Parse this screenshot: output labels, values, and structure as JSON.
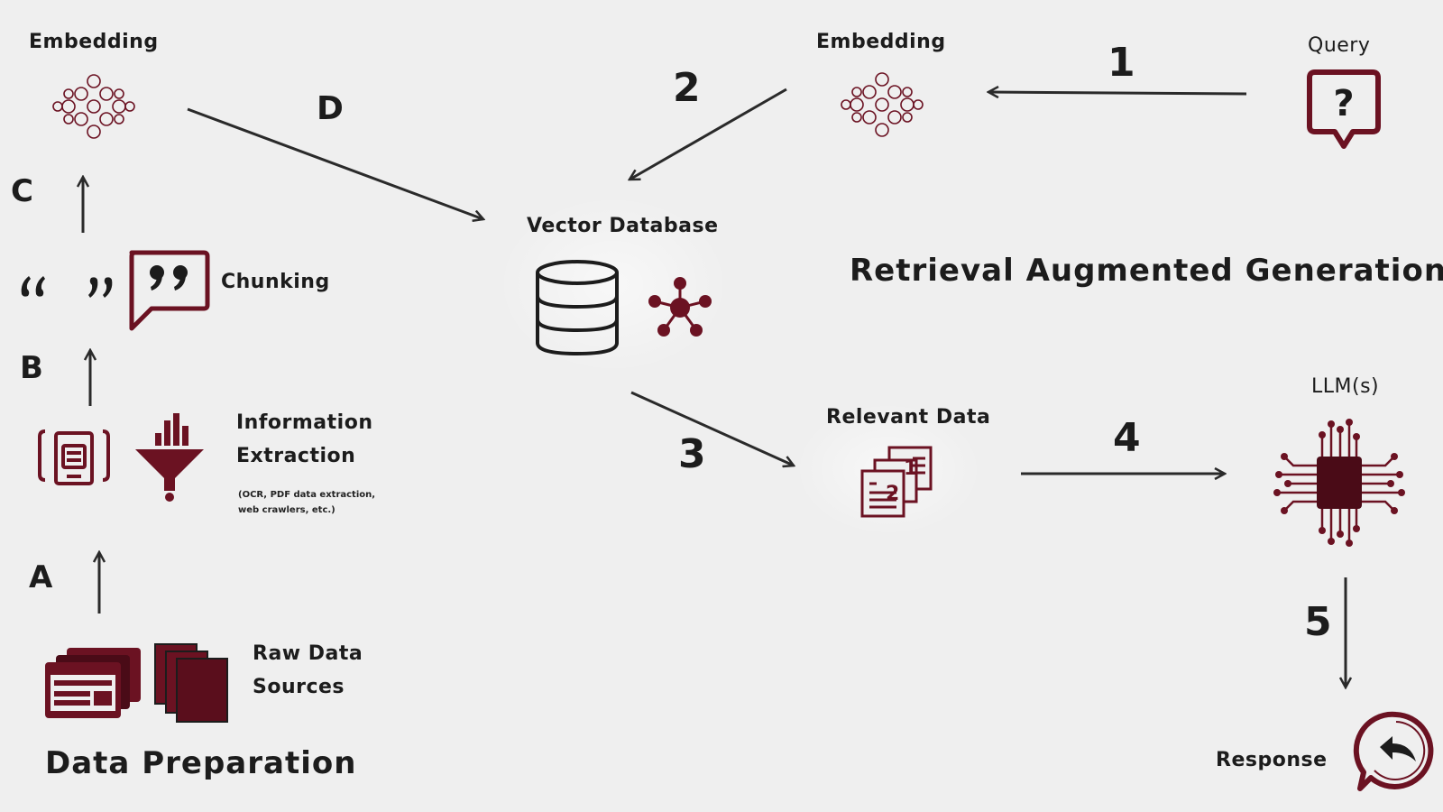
{
  "labels": {
    "embedding_left": "Embedding",
    "embedding_right": "Embedding",
    "query": "Query",
    "vector_database": "Vector Database",
    "chunking": "Chunking",
    "information_extraction_line1": "Information",
    "information_extraction_line2": "Extraction",
    "extraction_note_line1": "(OCR, PDF data extraction,",
    "extraction_note_line2": "web crawlers, etc.)",
    "raw_data_line1": "Raw Data",
    "raw_data_line2": "Sources",
    "data_preparation": "Data Preparation",
    "rag_title": "Retrieval Augmented Generation",
    "relevant_data": "Relevant Data",
    "llms": "LLM(s)",
    "response": "Response"
  },
  "steps": {
    "s1": "1",
    "s2": "2",
    "s3": "3",
    "s4": "4",
    "s5": "5",
    "a": "A",
    "b": "B",
    "c": "C",
    "d": "D"
  },
  "icons": {
    "embedding_left": "embedding-network-icon",
    "embedding_right": "embedding-network-icon",
    "query": "question-speech-bubble-icon",
    "database": "database-cylinder-icon",
    "graph": "node-graph-icon",
    "chunking_quotes": "quotation-marks-icon",
    "chunking_bubble": "quote-speech-bubble-icon",
    "document_scan": "document-scan-icon",
    "funnel": "data-funnel-icon",
    "raw_data_web": "web-pages-icon",
    "raw_data_docs": "document-stack-icon",
    "relevant_data": "ranked-documents-icon",
    "llm": "chip-circuit-icon",
    "response": "response-reply-icon"
  },
  "colors": {
    "accent": "#6b1222",
    "line": "#2a2a2a",
    "background": "#efefef"
  }
}
